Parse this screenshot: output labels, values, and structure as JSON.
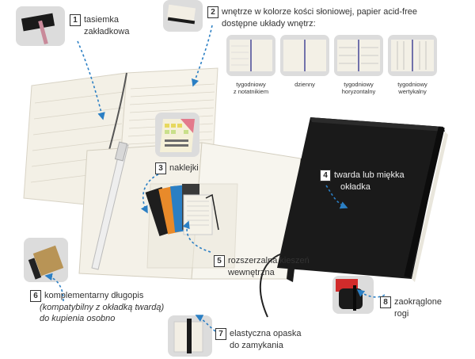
{
  "callouts": {
    "c1": {
      "num": "1",
      "line1": "tasiemka",
      "line2": "zakładkowa"
    },
    "c2": {
      "num": "2",
      "line1": "wnętrze w kolorze kości słoniowej, papier acid-free",
      "line2": "dostępne układy wnętrz:"
    },
    "c3": {
      "num": "3",
      "line1": "naklejki"
    },
    "c4": {
      "num": "4",
      "line1": "twarda lub miękka",
      "line2": "okładka"
    },
    "c5": {
      "num": "5",
      "line1": "rozszerzalna kieszeń",
      "line2": "wewnętrzna"
    },
    "c6": {
      "num": "6",
      "line1": "komplementarny długopis",
      "line2": "(kompatybilny z okładką twardą)",
      "line3": "do kupienia osobno"
    },
    "c7": {
      "num": "7",
      "line1": "elastyczna opaska",
      "line2": "do zamykania"
    },
    "c8": {
      "num": "8",
      "line1": "zaokrąglone",
      "line2": "rogi"
    }
  },
  "layouts": [
    {
      "label1": "tygodniowy",
      "label2": "z notatnikiem"
    },
    {
      "label1": "dzienny",
      "label2": ""
    },
    {
      "label1": "tygodniowy",
      "label2": "horyzontalny"
    },
    {
      "label1": "tygodniowy",
      "label2": "wertykalny"
    }
  ],
  "colors": {
    "accent_arrow": "#2b7fc4",
    "notebook_black": "#1a1a1a",
    "paper_ivory": "#f3f0e6",
    "ribbon": "#c98a9a",
    "thumb_bg": "#dcdcdc"
  },
  "icons": {
    "arrow": "dashed-arrow-icon"
  }
}
